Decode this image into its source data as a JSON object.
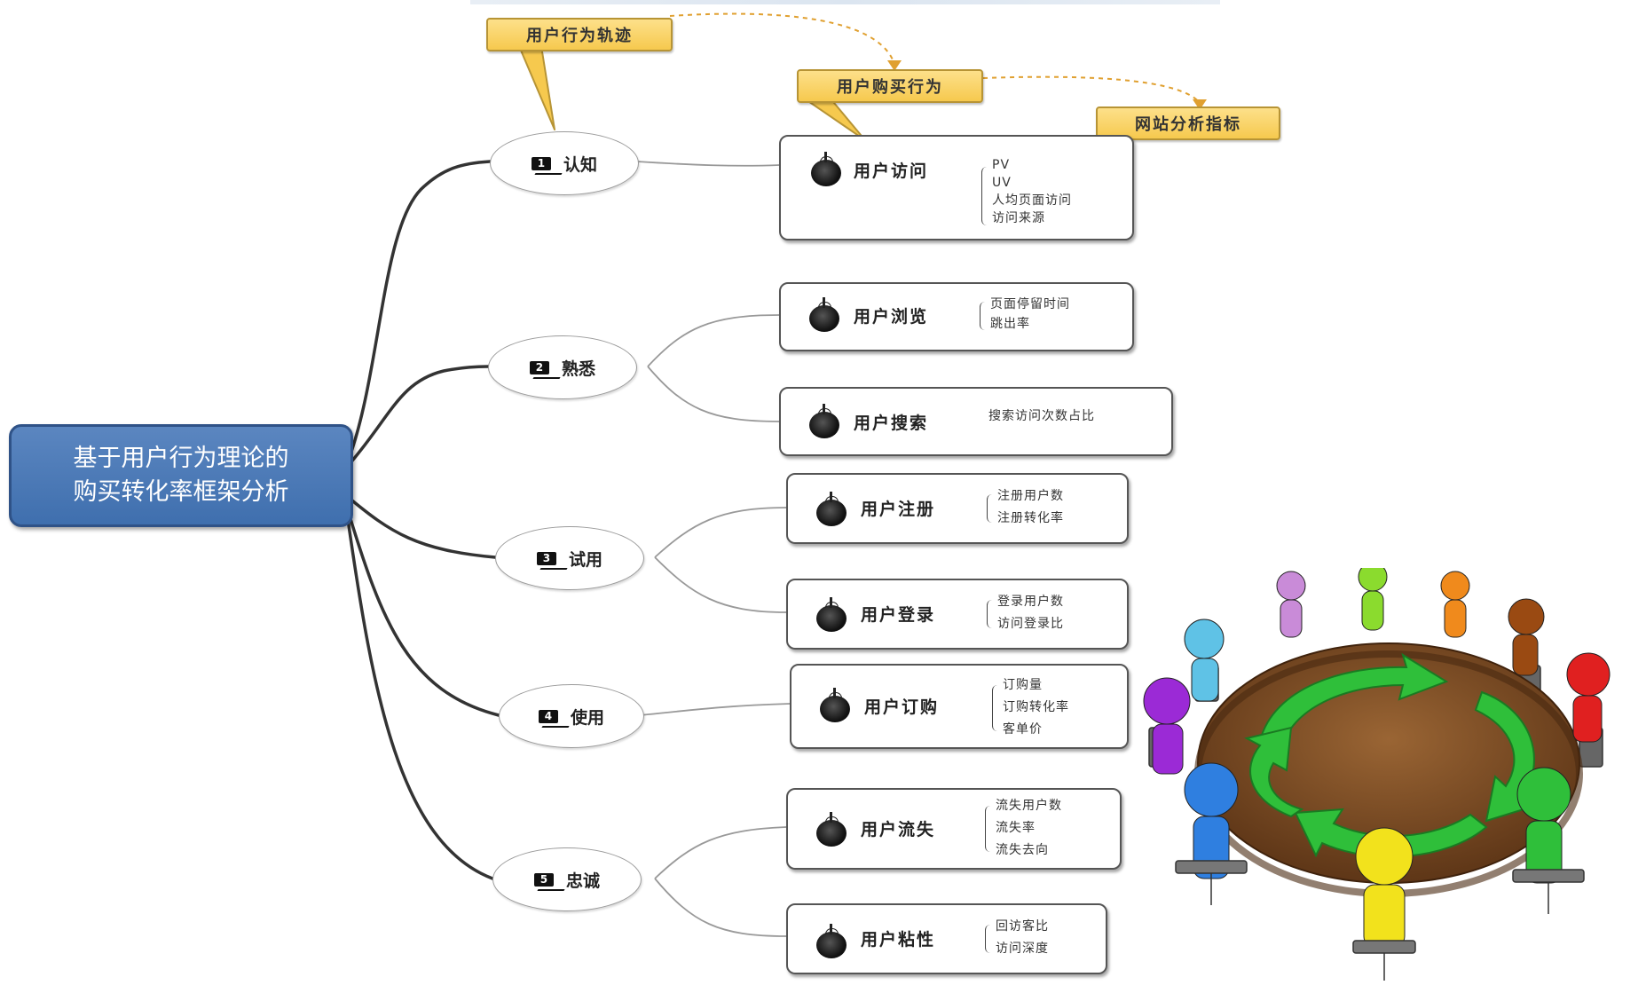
{
  "center": {
    "label_line1": "基于用户行为理论的",
    "label_line2": "购买转化率框架分析"
  },
  "callouts": [
    {
      "id": "trajectory",
      "label": "用户行为轨迹"
    },
    {
      "id": "purchase",
      "label": "用户购买行为"
    },
    {
      "id": "metrics",
      "label": "网站分析指标"
    }
  ],
  "stages": [
    {
      "num": "1",
      "label": "认知"
    },
    {
      "num": "2",
      "label": "熟悉"
    },
    {
      "num": "3",
      "label": "试用"
    },
    {
      "num": "4",
      "label": "使用"
    },
    {
      "num": "5",
      "label": "忠诚"
    }
  ],
  "behaviors": [
    {
      "title": "用户访问",
      "metrics": [
        "PV",
        "UV",
        "人均页面访问",
        "访问来源"
      ]
    },
    {
      "title": "用户浏览",
      "metrics": [
        "页面停留时间",
        "跳出率"
      ]
    },
    {
      "title": "用户搜索",
      "metrics": [
        "搜索访问次数占比"
      ]
    },
    {
      "title": "用户注册",
      "metrics": [
        "注册用户数",
        "注册转化率"
      ]
    },
    {
      "title": "用户登录",
      "metrics": [
        "登录用户数",
        "访问登录比"
      ]
    },
    {
      "title": "用户订购",
      "metrics": [
        "订购量",
        "订购转化率",
        "客单价"
      ]
    },
    {
      "title": "用户流失",
      "metrics": [
        "流失用户数",
        "流失率",
        "流失去向"
      ]
    },
    {
      "title": "用户粘性",
      "metrics": [
        "回访客比",
        "访问深度"
      ]
    }
  ],
  "colors": {
    "center_fill": "#4a78b5",
    "callout_fill": "#f9d36a",
    "arrow_green": "#2fbf3a",
    "table_brown": "#7a4a25"
  }
}
